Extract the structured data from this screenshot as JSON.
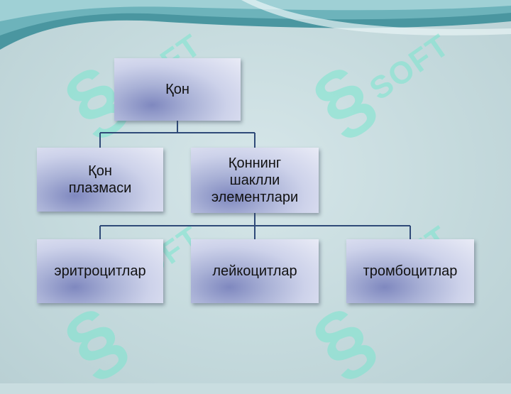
{
  "diagram": {
    "nodes": {
      "root": "Қон",
      "plasma": "Қон\nплазмаси",
      "formed": "Қоннинг\nшаклли\nэлементлари",
      "erythrocytes": "эритроцитлар",
      "leukocytes": "лейкоцитлар",
      "thrombocytes": "тромбоцитлар"
    },
    "edges": [
      [
        "root",
        "plasma"
      ],
      [
        "root",
        "formed"
      ],
      [
        "formed",
        "erythrocytes"
      ],
      [
        "formed",
        "leukocytes"
      ],
      [
        "formed",
        "thrombocytes"
      ]
    ]
  },
  "watermark": {
    "symbol": "§",
    "text": "SOFT"
  },
  "colors": {
    "background": "#c9dde0",
    "connector": "#2f4a78",
    "watermark": "#78e6cd",
    "swoosh": "#3f8f99"
  }
}
